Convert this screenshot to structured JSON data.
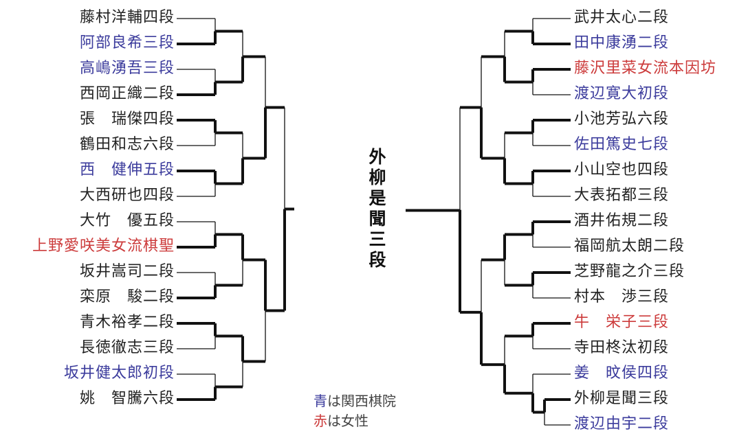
{
  "title": "外柳是聞三段",
  "left": [
    {
      "name": "藤村洋輔四段",
      "group": "normal"
    },
    {
      "name": "阿部良希三段",
      "group": "kansai"
    },
    {
      "name": "高嶋湧吾三段",
      "group": "kansai"
    },
    {
      "name": "西岡正織二段",
      "group": "normal"
    },
    {
      "name": "張　瑞傑四段",
      "group": "normal"
    },
    {
      "name": "鶴田和志六段",
      "group": "normal"
    },
    {
      "name": "西　健伸五段",
      "group": "kansai"
    },
    {
      "name": "大西研也四段",
      "group": "normal"
    },
    {
      "name": "大竹　優五段",
      "group": "normal"
    },
    {
      "name": "上野愛咲美女流棋聖",
      "group": "female"
    },
    {
      "name": "坂井嵩司二段",
      "group": "normal"
    },
    {
      "name": "栾原　駿二段",
      "group": "normal"
    },
    {
      "name": "青木裕孝二段",
      "group": "normal"
    },
    {
      "name": "長徳徹志三段",
      "group": "normal"
    },
    {
      "name": "坂井健太郎初段",
      "group": "kansai"
    },
    {
      "name": "姚　智騰六段",
      "group": "normal"
    }
  ],
  "right": [
    {
      "name": "武井太心二段",
      "group": "normal"
    },
    {
      "name": "田中康湧二段",
      "group": "kansai"
    },
    {
      "name": "藤沢里菜女流本因坊",
      "group": "female"
    },
    {
      "name": "渡辺寛大初段",
      "group": "kansai"
    },
    {
      "name": "小池芳弘六段",
      "group": "normal"
    },
    {
      "name": "佐田篤史七段",
      "group": "kansai"
    },
    {
      "name": "小山空也四段",
      "group": "normal"
    },
    {
      "name": "大表拓都三段",
      "group": "normal"
    },
    {
      "name": "酒井佑規二段",
      "group": "normal"
    },
    {
      "name": "福岡航太朗二段",
      "group": "normal"
    },
    {
      "name": "芝野龍之介三段",
      "group": "normal"
    },
    {
      "name": "村本　渉三段",
      "group": "normal"
    },
    {
      "name": "牛　栄子三段",
      "group": "female"
    },
    {
      "name": "寺田柊汰初段",
      "group": "normal"
    },
    {
      "name": "姜　旼侯四段",
      "group": "kansai"
    },
    {
      "name": "外柳是聞三段",
      "group": "normal"
    },
    {
      "name": "渡辺由宇二段",
      "group": "kansai"
    }
  ],
  "results": {
    "left": [
      [
        [
          [
            0,
            1,
            1
          ],
          [
            2,
            3,
            1
          ],
          1
        ],
        [
          [
            4,
            5,
            0
          ],
          [
            6,
            7,
            0
          ],
          1
        ],
        1
      ],
      [
        [
          [
            8,
            9,
            1
          ],
          [
            10,
            11,
            1
          ],
          0
        ],
        [
          [
            12,
            13,
            0
          ],
          [
            14,
            15,
            1
          ],
          0
        ],
        0
      ],
      1
    ],
    "right": [
      [
        [
          [
            0,
            1,
            1
          ],
          [
            2,
            3,
            0
          ],
          1
        ],
        [
          [
            4,
            5,
            0
          ],
          [
            6,
            7,
            0
          ],
          1
        ],
        1
      ],
      [
        [
          [
            8,
            9,
            0
          ],
          [
            10,
            11,
            0
          ],
          0
        ],
        [
          [
            12,
            13,
            0
          ],
          [
            14,
            [
              15,
              16,
              0
            ],
            1
          ],
          1
        ],
        1
      ],
      1
    ]
  },
  "legend": [
    {
      "key": "青",
      "text": "は関西棋院",
      "color": "#3b3b9c"
    },
    {
      "key": "赤",
      "text": "は女性",
      "color": "#cc3b3b"
    }
  ],
  "colors": {
    "normal": "#222222",
    "kansai": "#3b3b9c",
    "female": "#cc3b3b",
    "line": "#111111"
  }
}
